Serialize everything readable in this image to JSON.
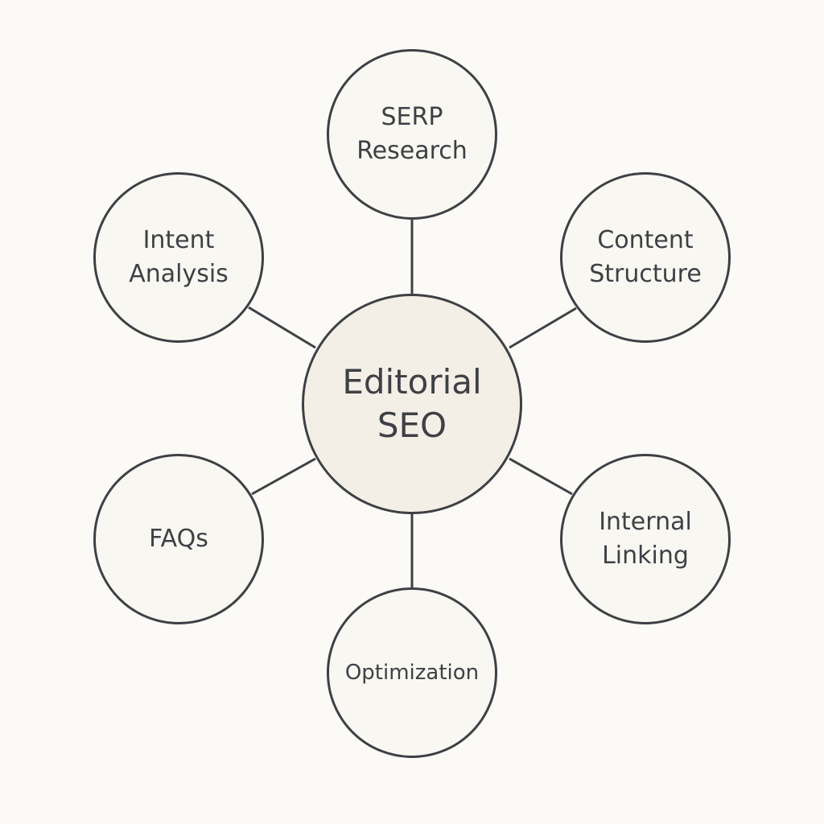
{
  "diagram": {
    "hub": {
      "label": "Editorial\nSEO"
    },
    "nodes": [
      {
        "id": "serp",
        "label": "SERP\nResearch"
      },
      {
        "id": "intent",
        "label": "Intent\nAnalysis"
      },
      {
        "id": "content",
        "label": "Content\nStructure"
      },
      {
        "id": "faqs",
        "label": "FAQs"
      },
      {
        "id": "internal",
        "label": "Internal\nLinking"
      },
      {
        "id": "optim",
        "label": "Optimization"
      }
    ],
    "colors": {
      "background": "#fbfaf7",
      "stroke": "#3e4045",
      "node_fill": "#f9f7f2",
      "hub_fill": "#f3eee6",
      "text": "#3e4045"
    }
  }
}
